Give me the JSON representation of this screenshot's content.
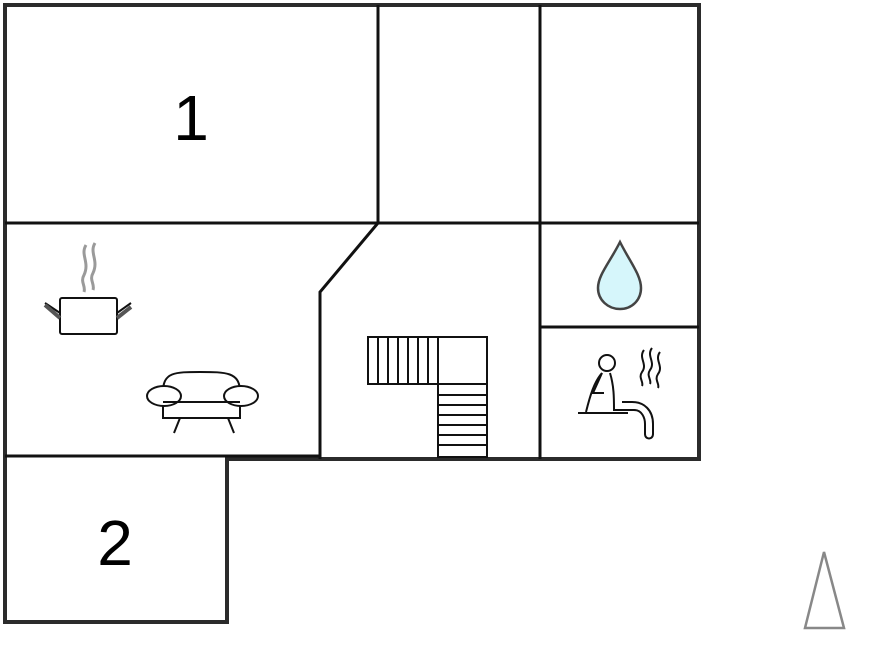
{
  "floor_plan": {
    "rooms": [
      {
        "id": "bedroom-1",
        "label": "1"
      },
      {
        "id": "bedroom-2",
        "label": "2"
      }
    ],
    "icons": [
      "kitchen-pot-icon",
      "sofa-icon",
      "staircase-icon",
      "bathroom-water-drop-icon",
      "sauna-icon",
      "north-arrow-icon"
    ],
    "colors": {
      "wall": "#2b2b2b",
      "line": "#111111",
      "water": "#d6f6fb",
      "steam": "#9a9a9a",
      "north_arrow": "#888888"
    }
  }
}
